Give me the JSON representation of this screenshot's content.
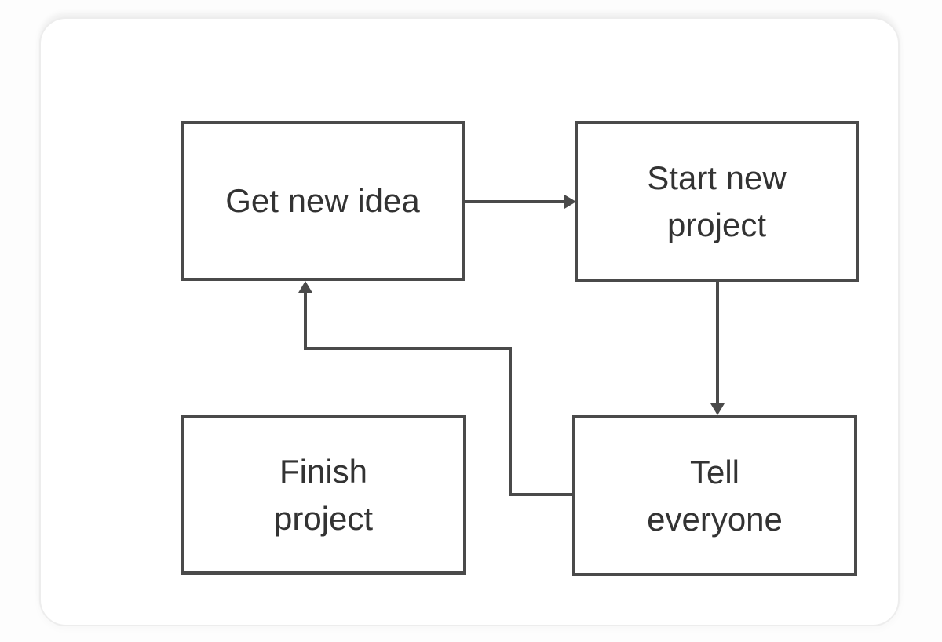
{
  "diagram": {
    "type": "flowchart",
    "nodes": [
      {
        "id": "get-new-idea",
        "label": "Get new idea"
      },
      {
        "id": "start-new-project",
        "label": "Start new\nproject"
      },
      {
        "id": "finish-project",
        "label": "Finish\nproject"
      },
      {
        "id": "tell-everyone",
        "label": "Tell\neveryone"
      }
    ],
    "edges": [
      {
        "from": "get-new-idea",
        "to": "start-new-project",
        "shape": "straight-right-arrow"
      },
      {
        "from": "start-new-project",
        "to": "tell-everyone",
        "shape": "straight-down-arrow"
      },
      {
        "from": "tell-everyone",
        "to": "get-new-idea",
        "shape": "elbow-left-up-arrow"
      }
    ],
    "colors": {
      "line": "#4a4a4a",
      "node_border": "#4a4a4a",
      "node_fill": "#ffffff",
      "text": "#333333",
      "card_background": "#ffffff",
      "card_border": "#ededed",
      "page_background": "#fdfdfd"
    }
  }
}
